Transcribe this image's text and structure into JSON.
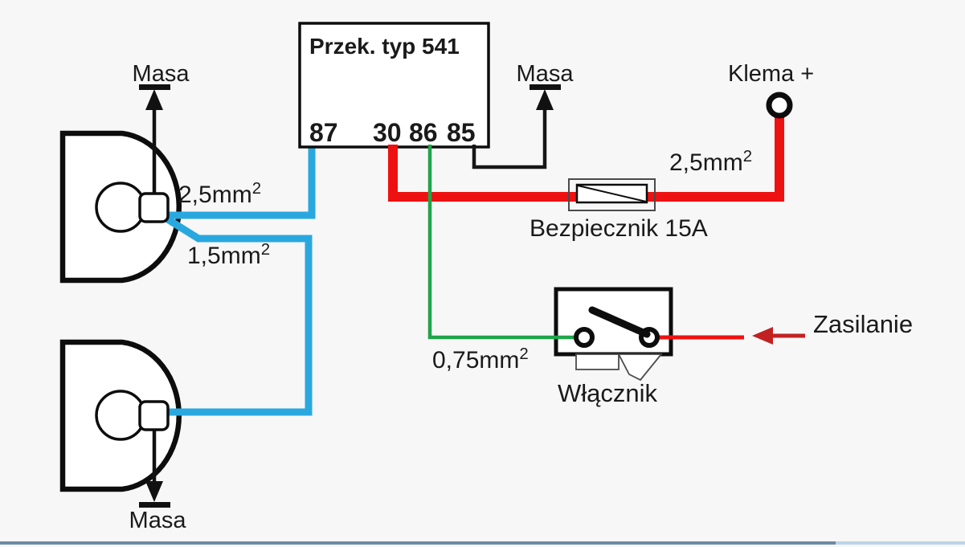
{
  "relay": {
    "title": "Przek. typ 541",
    "terminals": [
      "87",
      "30",
      "86",
      "85"
    ]
  },
  "labels": {
    "ground_top": "Masa",
    "ground_middle": "Masa",
    "ground_bottom": "Masa",
    "battery_terminal": "Klema +",
    "fuse": "Bezpiecznik 15A",
    "switch": "Włącznik",
    "power_feed": "Zasilanie",
    "gauge_top_lamp": {
      "text": "2,5mm",
      "sup": "2"
    },
    "gauge_bottom_lamp": {
      "text": "1,5mm",
      "sup": "2"
    },
    "gauge_battery": {
      "text": "2,5mm",
      "sup": "2"
    },
    "gauge_switch": {
      "text": "0,75mm",
      "sup": "2"
    }
  },
  "colors": {
    "blue": "#29a8e0",
    "red": "#ee1111",
    "green": "#1fa44a",
    "black": "#161616",
    "arrow_red": "#c22121"
  }
}
